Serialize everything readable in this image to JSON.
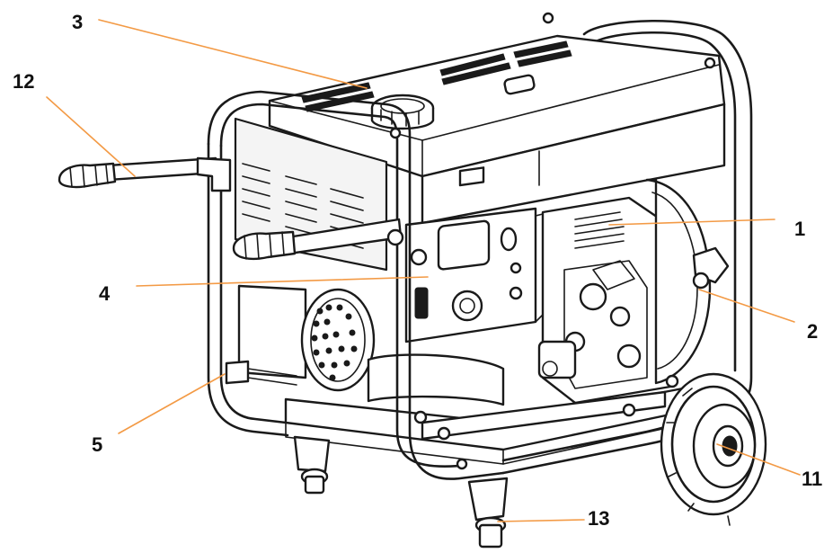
{
  "colors": {
    "leader": "#f39a45",
    "line_art": "#1a1a1a",
    "label": "#111111"
  },
  "callouts": [
    {
      "id": "c1",
      "label": "1"
    },
    {
      "id": "c2",
      "label": "2"
    },
    {
      "id": "c3",
      "label": "3"
    },
    {
      "id": "c4",
      "label": "4"
    },
    {
      "id": "c5",
      "label": "5"
    },
    {
      "id": "c11",
      "label": "11"
    },
    {
      "id": "c12",
      "label": "12"
    },
    {
      "id": "c13",
      "label": "13"
    }
  ]
}
